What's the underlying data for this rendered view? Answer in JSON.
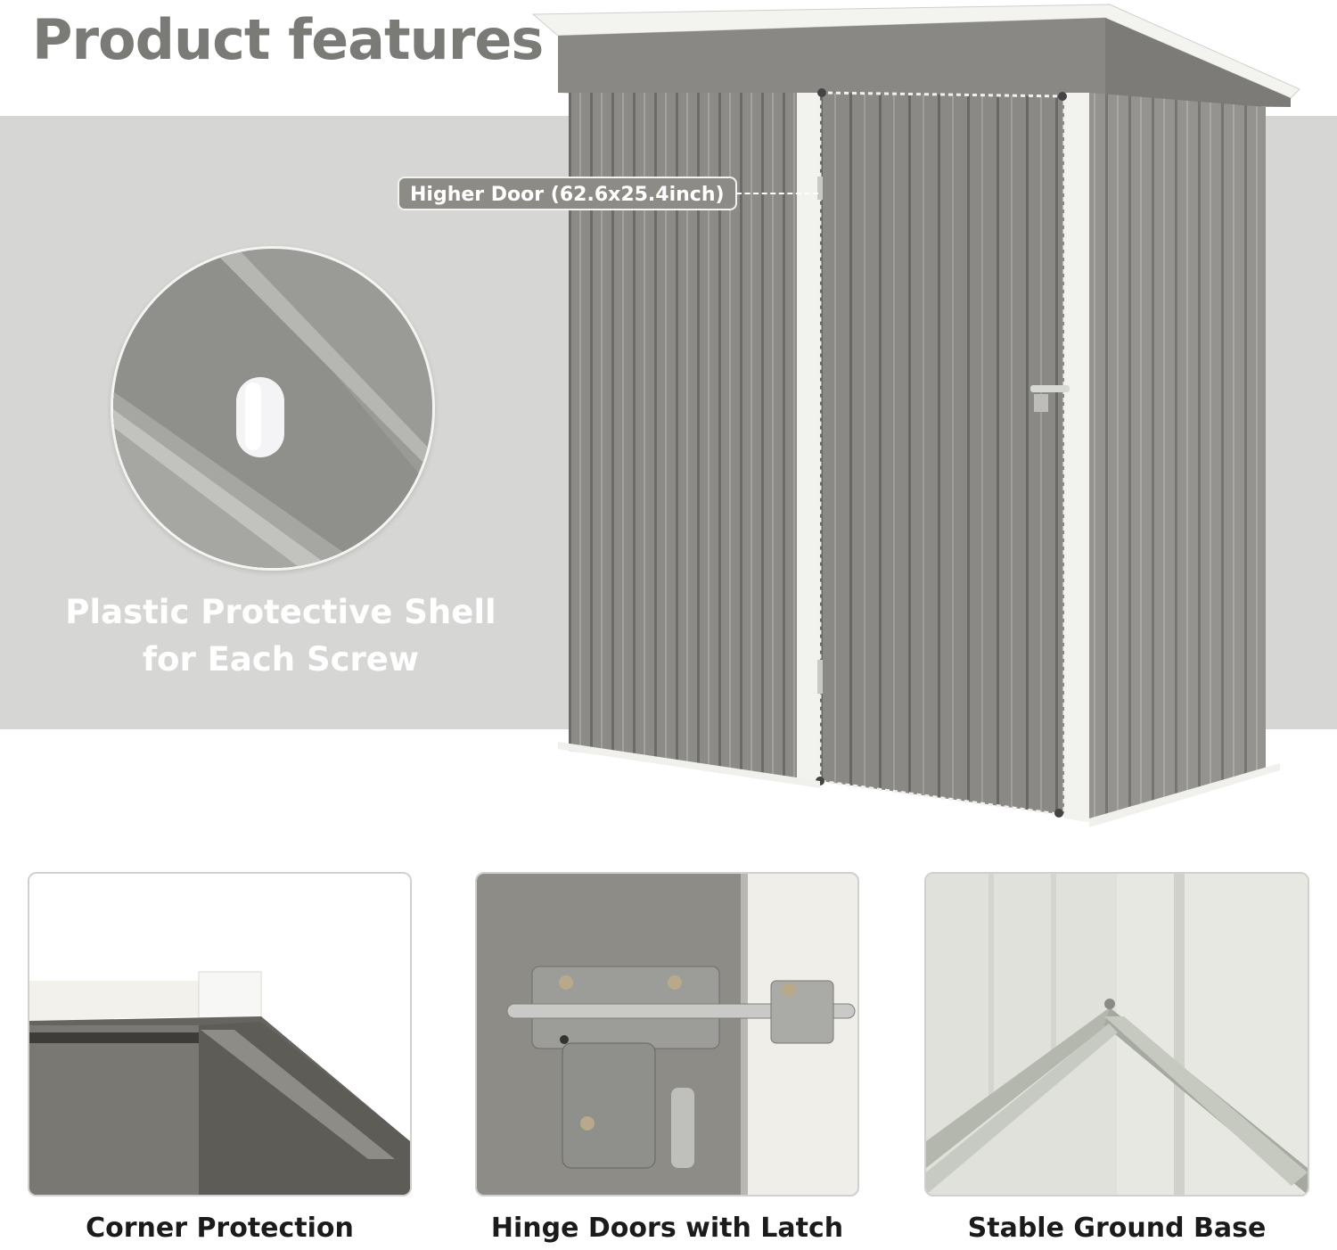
{
  "header": {
    "title": "Product features"
  },
  "callout": {
    "label": "Higher Door (62.6x25.4inch)"
  },
  "screw_detail": {
    "line1": "Plastic Protective Shell",
    "line2": "for Each Screw"
  },
  "panels": [
    {
      "label": "Corner Protection",
      "image": "corner-protection-photo"
    },
    {
      "label": "Hinge Doors with Latch",
      "image": "door-latch-photo"
    },
    {
      "label": "Stable Ground Base",
      "image": "ground-base-photo"
    }
  ],
  "colors": {
    "background": "#ffffff",
    "band": "#d6d6d4",
    "title": "#7a7a77",
    "shed_metal": "#8a8884",
    "trim": "#f2f2ee"
  }
}
